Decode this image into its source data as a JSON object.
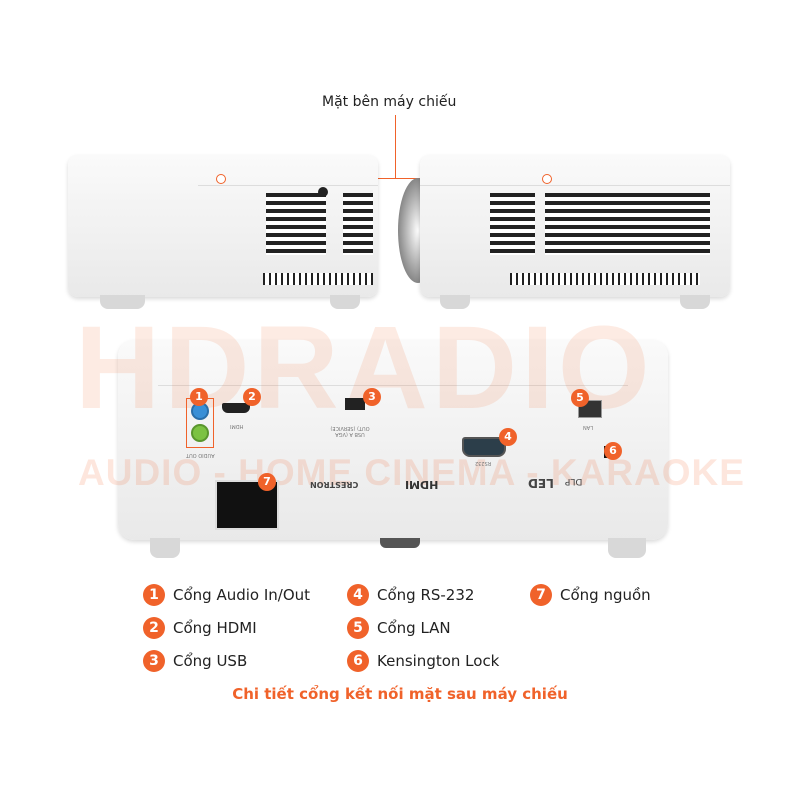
{
  "side_label": "Mặt bên máy chiếu",
  "watermark": {
    "brand": "HDRADIO",
    "tagline": "AUDIO - HOME CINEMA - KARAOKE"
  },
  "panel_text": {
    "hdmi": "HDMI",
    "usb": "USB A (VGA OUT) (SERVICE)",
    "lan": "LAN",
    "rs232": "RS232",
    "audio": "AUDIO OUT",
    "crestron": "CRESTRON",
    "hdmi_logo": "HDMI",
    "led": "LED",
    "dlp": "DLP"
  },
  "ports": [
    {
      "number": "1",
      "label": "Cổng Audio In/Out"
    },
    {
      "number": "2",
      "label": "Cổng HDMI"
    },
    {
      "number": "3",
      "label": "Cổng USB"
    },
    {
      "number": "4",
      "label": "Cổng RS-232"
    },
    {
      "number": "5",
      "label": "Cổng LAN"
    },
    {
      "number": "6",
      "label": "Kensington Lock"
    },
    {
      "number": "7",
      "label": "Cổng nguồn"
    }
  ],
  "caption": "Chi tiết cổng kết nối mặt sau máy chiếu",
  "colors": {
    "accent": "#f0622a",
    "audio_in": "#3a8fd6",
    "audio_out": "#7cc242"
  }
}
